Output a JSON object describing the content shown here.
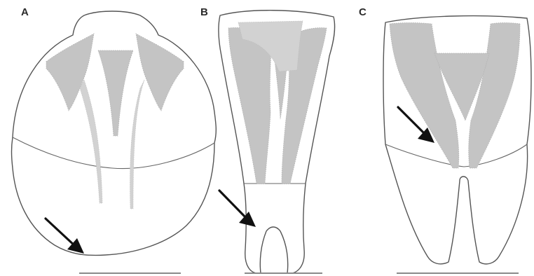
{
  "panels": [
    {
      "id": "A",
      "label": "A"
    },
    {
      "id": "B",
      "label": "B"
    },
    {
      "id": "C",
      "label": "C"
    }
  ],
  "colors": {
    "outline": "#555555",
    "shading": "#c4c4c4",
    "arrow": "#111111",
    "scale_bar": "#8a8a8a",
    "background": "#ffffff"
  }
}
